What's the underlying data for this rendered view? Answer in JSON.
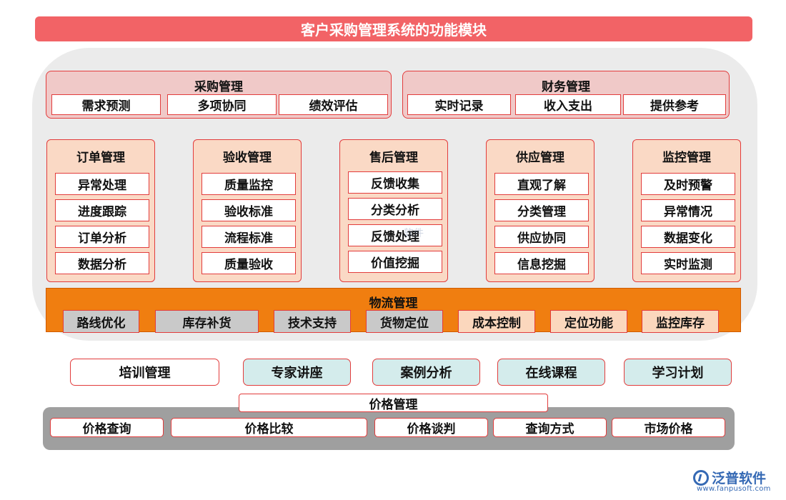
{
  "title": "客户采购管理系统的功能模块",
  "procurement": {
    "title": "采购管理",
    "items": [
      "需求预测",
      "多项协同",
      "绩效评估"
    ]
  },
  "finance": {
    "title": "财务管理",
    "items": [
      "实时记录",
      "收入支出",
      "提供参考"
    ]
  },
  "columns": [
    {
      "title": "订单管理",
      "items": [
        "异常处理",
        "进度跟踪",
        "订单分析",
        "数据分析"
      ]
    },
    {
      "title": "验收管理",
      "items": [
        "质量监控",
        "验收标准",
        "流程标准",
        "质量验收"
      ]
    },
    {
      "title": "售后管理",
      "items": [
        "反馈收集",
        "分类分析",
        "反馈处理",
        "价值挖掘"
      ]
    },
    {
      "title": "供应管理",
      "items": [
        "直观了解",
        "分类管理",
        "供应协同",
        "信息挖掘"
      ]
    },
    {
      "title": "监控管理",
      "items": [
        "及时预警",
        "异常情况",
        "数据变化",
        "实时监测"
      ]
    }
  ],
  "logistics": {
    "title": "物流管理",
    "items": [
      "路线优化",
      "库存补货",
      "技术支持",
      "货物定位",
      "成本控制",
      "定位功能",
      "监控库存"
    ]
  },
  "training": {
    "items": [
      "培训管理",
      "专家讲座",
      "案例分析",
      "在线课程",
      "学习计划"
    ]
  },
  "pricing": {
    "title": "价格管理",
    "items": [
      "价格查询",
      "价格比较",
      "价格谈判",
      "查询方式",
      "市场价格"
    ]
  },
  "watermark": "软件",
  "logo": {
    "name": "泛普软件",
    "url": "www.fanpusoft.com"
  },
  "colors": {
    "title_bar": "#f26366",
    "border": "#e23c3c",
    "logistics": "#f07e10",
    "brand": "#3569b4"
  }
}
